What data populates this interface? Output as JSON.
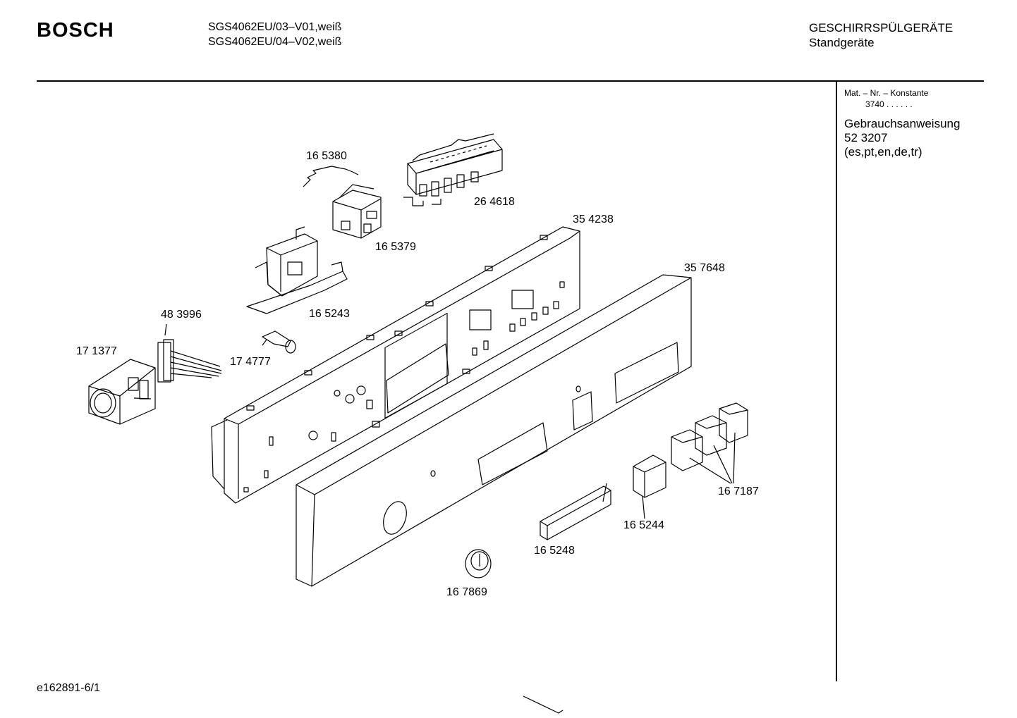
{
  "header": {
    "brand": "BOSCH",
    "models": [
      "SGS4062EU/03–V01,weiß",
      "SGS4062EU/04–V02,weiß"
    ],
    "category": "GESCHIRRSPÜLGERÄTE",
    "subcategory": "Standgeräte"
  },
  "sidebar": {
    "mat_label": "Mat. – Nr. – Konstante",
    "mat_value": "3740 . .   . . . .",
    "manual_title": "Gebrauchsanweisung",
    "manual_number": "52 3207",
    "manual_languages": "(es,pt,en,de,tr)"
  },
  "parts": {
    "p165380": "16 5380",
    "p264618": "26 4618",
    "p354238": "35 4238",
    "p165379": "16 5379",
    "p357648": "35 7648",
    "p483996": "48 3996",
    "p165243": "16 5243",
    "p171377": "17 1377",
    "p174777": "17 4777",
    "p167187": "16 7187",
    "p165244": "16 5244",
    "p165248": "16 5248",
    "p167869": "16 7869"
  },
  "footer": {
    "drawing_id": "e162891-6/1"
  }
}
